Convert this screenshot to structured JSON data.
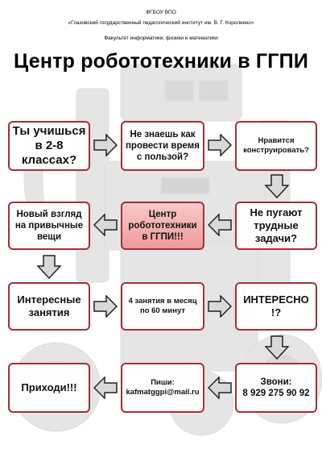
{
  "header": {
    "line1": "ФГБОУ ВПО",
    "line2": "«Глазовский государственный педагогический институт им. В. Г. Короленко»",
    "line3": "Факультет информатики, физики и математики"
  },
  "title": "Центр робототехники в ГГПИ",
  "boxes": {
    "b1": "Ты учишься в 2-8 классах?",
    "b2": "Не знаешь как провести время с пользой?",
    "b3": "Нравится конструировать?",
    "b4": "Новый взгляд на привычные вещи",
    "b5": "Центр робототехники в ГГПИ!!!",
    "b6": "Не пугают трудные задачи?",
    "b7": "Интересные занятия",
    "b8": "4 занятия в месяц по 60 минут",
    "b9": "ИНТЕРЕСНО !?",
    "b10": "Приходи!!!",
    "b11_label": "Пиши:",
    "b11_email": "kafmatggpi@mail.ru",
    "b12_label": "Звони:",
    "b12_phone": "8 929 275 90 92"
  },
  "colors": {
    "border": "#a0303a",
    "center_fill": "#ef9a9a",
    "arrow_fill": "#d9d9d9",
    "arrow_stroke": "#222222"
  }
}
